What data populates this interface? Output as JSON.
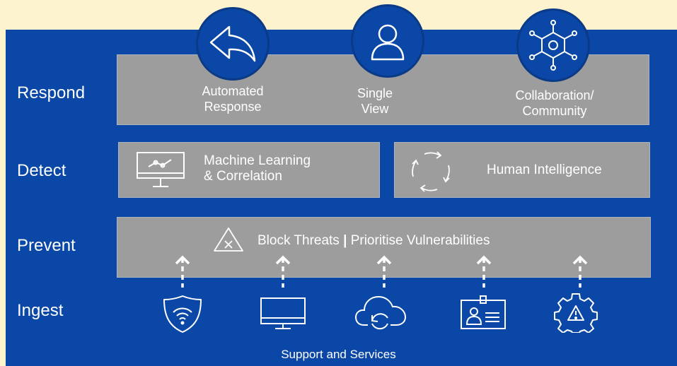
{
  "rows": {
    "respond": "Respond",
    "detect": "Detect",
    "prevent": "Prevent",
    "ingest": "Ingest"
  },
  "respond_items": [
    {
      "line1": "Automated",
      "line2": "Response",
      "icon": "reply-arrow-icon"
    },
    {
      "line1": "Single",
      "line2": "View",
      "icon": "user-icon"
    },
    {
      "line1": "Collaboration/",
      "line2": "Community",
      "icon": "network-hub-icon"
    }
  ],
  "detect_items": [
    {
      "line1": "Machine Learning",
      "line2": "& Correlation",
      "icon": "monitor-chart-icon"
    },
    {
      "line1": "Human Intelligence",
      "icon": "cycle-arrows-icon"
    }
  ],
  "prevent": {
    "left": "Block Threats",
    "separator": "|",
    "right": "Prioritise Vulnerabilities",
    "icon": "warning-triangle-icon"
  },
  "ingest_icons": [
    "wifi-shield-icon",
    "desktop-monitor-icon",
    "cloud-sync-icon",
    "id-badge-icon",
    "gear-alert-icon"
  ],
  "footer": "Support and Services",
  "colors": {
    "background": "#fdf3cf",
    "panel": "#0a47a6",
    "box": "#9d9d9d",
    "text": "#ffffff"
  }
}
